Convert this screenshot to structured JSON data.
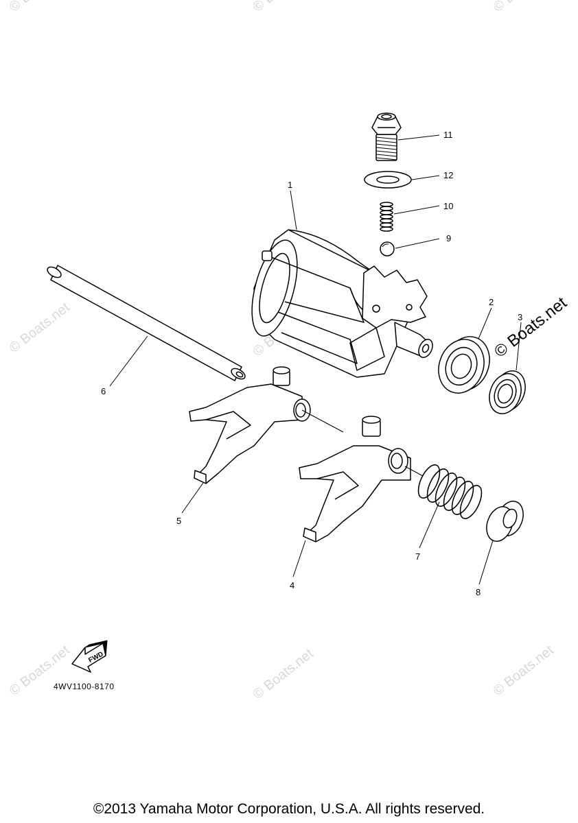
{
  "diagram": {
    "part_numbers": [
      "1",
      "2",
      "3",
      "4",
      "5",
      "6",
      "7",
      "8",
      "9",
      "10",
      "11",
      "12"
    ],
    "fwd_label": "FWD",
    "diagram_code": "4WV1100-8170",
    "watermark": "© Boats.net",
    "copyright": "©2013 Yamaha Motor Corporation, U.S.A. All rights reserved."
  }
}
